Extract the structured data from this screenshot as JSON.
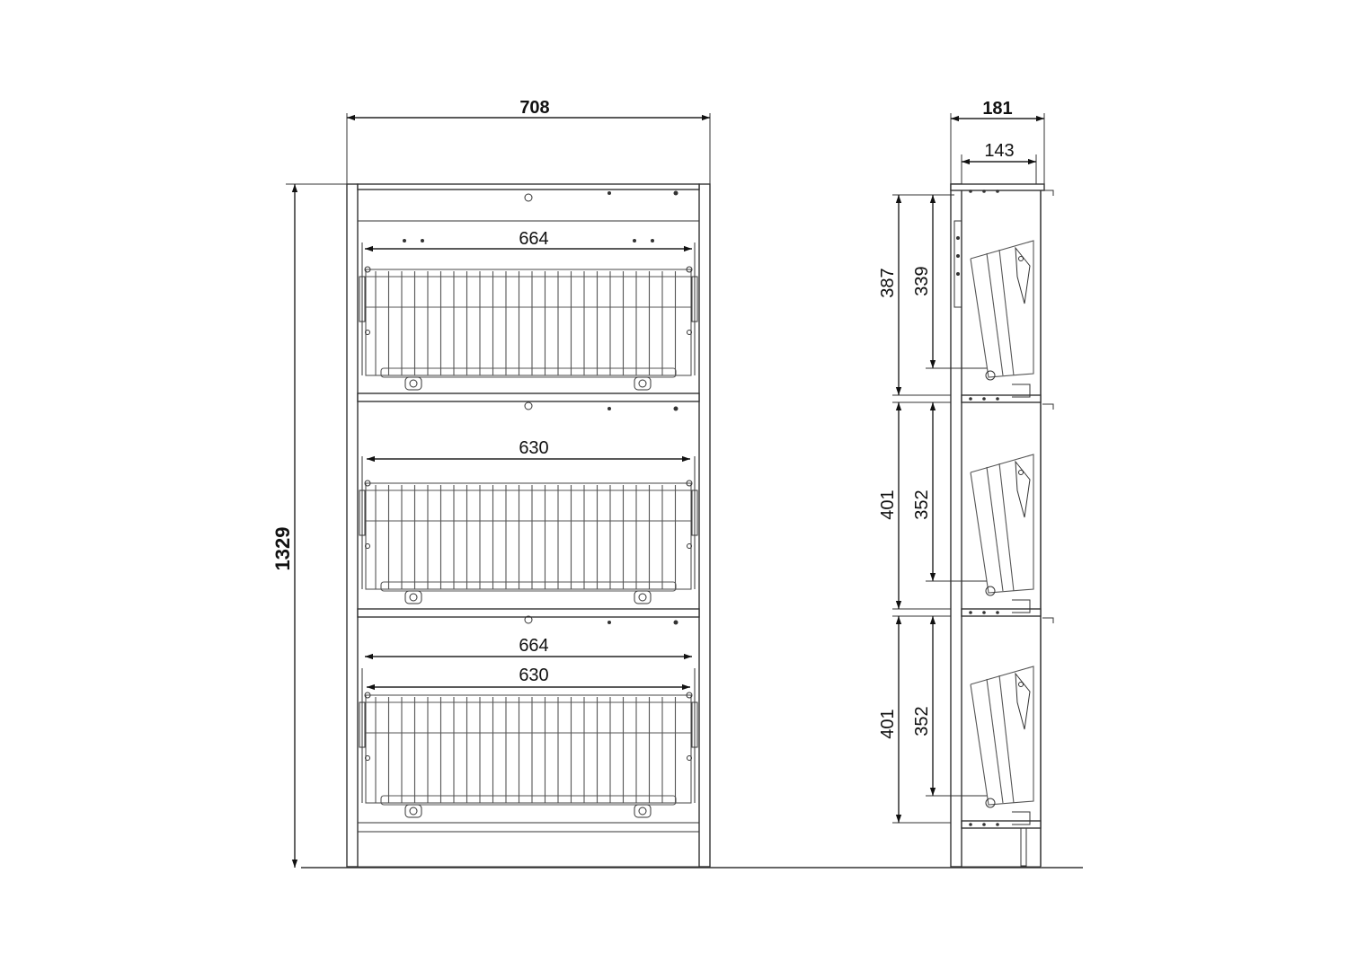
{
  "diagram": {
    "front_view": {
      "overall_width": "708",
      "overall_height": "1329",
      "compartments": [
        {
          "inner_label": "664"
        },
        {
          "inner_label": "630"
        },
        {
          "inner_label_top": "664",
          "inner_label_bottom": "630"
        }
      ]
    },
    "side_view": {
      "overall_depth": "181",
      "inner_depth": "143",
      "compartments": [
        {
          "outer": "387",
          "inner": "339"
        },
        {
          "outer": "401",
          "inner": "352"
        },
        {
          "outer": "401",
          "inner": "352"
        }
      ]
    }
  }
}
